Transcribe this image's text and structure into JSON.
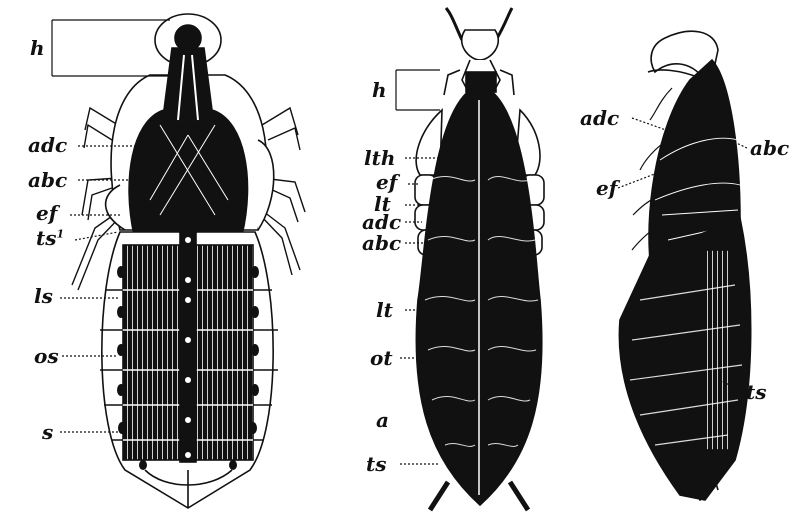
{
  "figures": [
    {
      "id": "ventral-view",
      "labels": {
        "h": "h",
        "adc": "adc",
        "abc": "abc",
        "ef": "ef",
        "ts1_base": "ts",
        "ts1_sup": "1",
        "ls": "ls",
        "os": "os",
        "s": "s"
      }
    },
    {
      "id": "dorsal-view",
      "labels": {
        "h": "h",
        "lth": "lth",
        "ef": "ef",
        "lt_upper": "lt",
        "adc": "adc",
        "abc": "abc",
        "lt_lower": "lt",
        "ot": "ot",
        "a": "a",
        "ts": "ts"
      }
    },
    {
      "id": "lateral-view",
      "labels": {
        "adc": "adc",
        "abc": "abc",
        "ef": "ef",
        "ts": "ts"
      }
    }
  ],
  "colors": {
    "ink": "#111111",
    "paper": "#ffffff"
  }
}
